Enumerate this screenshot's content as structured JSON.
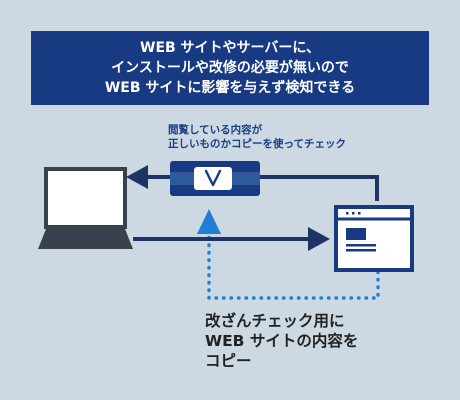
{
  "header": {
    "lines": [
      "WEB サイトやサーバーに、",
      "インストールや改修の必要が無いので",
      "WEB サイトに影響を与えず検知できる"
    ]
  },
  "check_caption": {
    "lines": [
      "閲覧している内容が",
      "正しいものかコピーを使ってチェック"
    ]
  },
  "copy_label": {
    "lines": [
      "改ざんチェック用に",
      "WEB サイトの内容を",
      "コピー"
    ]
  },
  "colors": {
    "background": "#ccd8e2",
    "navy": "#173a82",
    "dark_line": "#1d3466",
    "accent_blue": "#1f7fd6",
    "white": "#ffffff"
  },
  "icons": {
    "laptop": "laptop-icon",
    "browser": "browser-window-icon",
    "check": "checkmark-icon"
  }
}
